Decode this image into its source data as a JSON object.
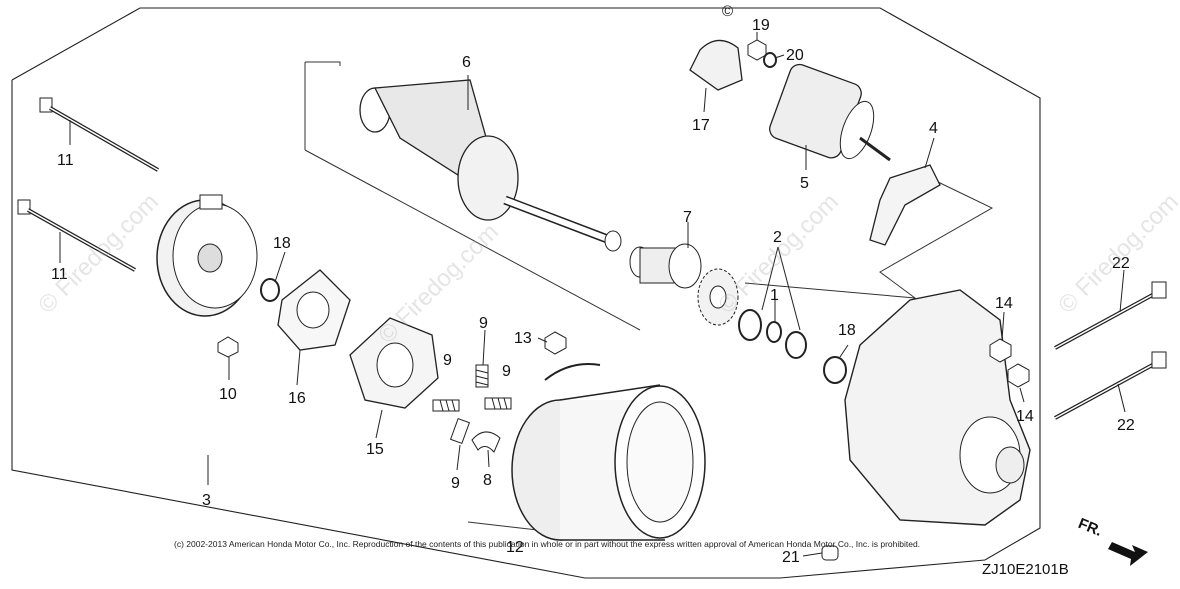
{
  "callouts": [
    {
      "id": "c1",
      "text": "1"
    },
    {
      "id": "c2",
      "text": "2"
    },
    {
      "id": "c3",
      "text": "3"
    },
    {
      "id": "c4",
      "text": "4"
    },
    {
      "id": "c5",
      "text": "5"
    },
    {
      "id": "c6",
      "text": "6"
    },
    {
      "id": "c7",
      "text": "7"
    },
    {
      "id": "c8",
      "text": "8"
    },
    {
      "id": "c9a",
      "text": "9"
    },
    {
      "id": "c9b",
      "text": "9"
    },
    {
      "id": "c9c",
      "text": "9"
    },
    {
      "id": "c9d",
      "text": "9"
    },
    {
      "id": "c10",
      "text": "10"
    },
    {
      "id": "c11a",
      "text": "11"
    },
    {
      "id": "c11b",
      "text": "11"
    },
    {
      "id": "c12",
      "text": "12"
    },
    {
      "id": "c13",
      "text": "13"
    },
    {
      "id": "c14a",
      "text": "14"
    },
    {
      "id": "c14b",
      "text": "14"
    },
    {
      "id": "c15",
      "text": "15"
    },
    {
      "id": "c16",
      "text": "16"
    },
    {
      "id": "c17",
      "text": "17"
    },
    {
      "id": "c18a",
      "text": "18"
    },
    {
      "id": "c18b",
      "text": "18"
    },
    {
      "id": "c19",
      "text": "19"
    },
    {
      "id": "c20",
      "text": "20"
    },
    {
      "id": "c21",
      "text": "21"
    },
    {
      "id": "c22a",
      "text": "22"
    },
    {
      "id": "c22b",
      "text": "22"
    }
  ],
  "copyright": "(c) 2002-2013 American Honda Motor Co., Inc. Reproduction of the contents of this publication in whole or in part without the express written approval of American Honda Motor Co., Inc. is prohibited.",
  "diagram_code": "ZJ10E2101B",
  "front_label": "FR.",
  "top_symbol": "©",
  "watermark": "© Firedog.com"
}
